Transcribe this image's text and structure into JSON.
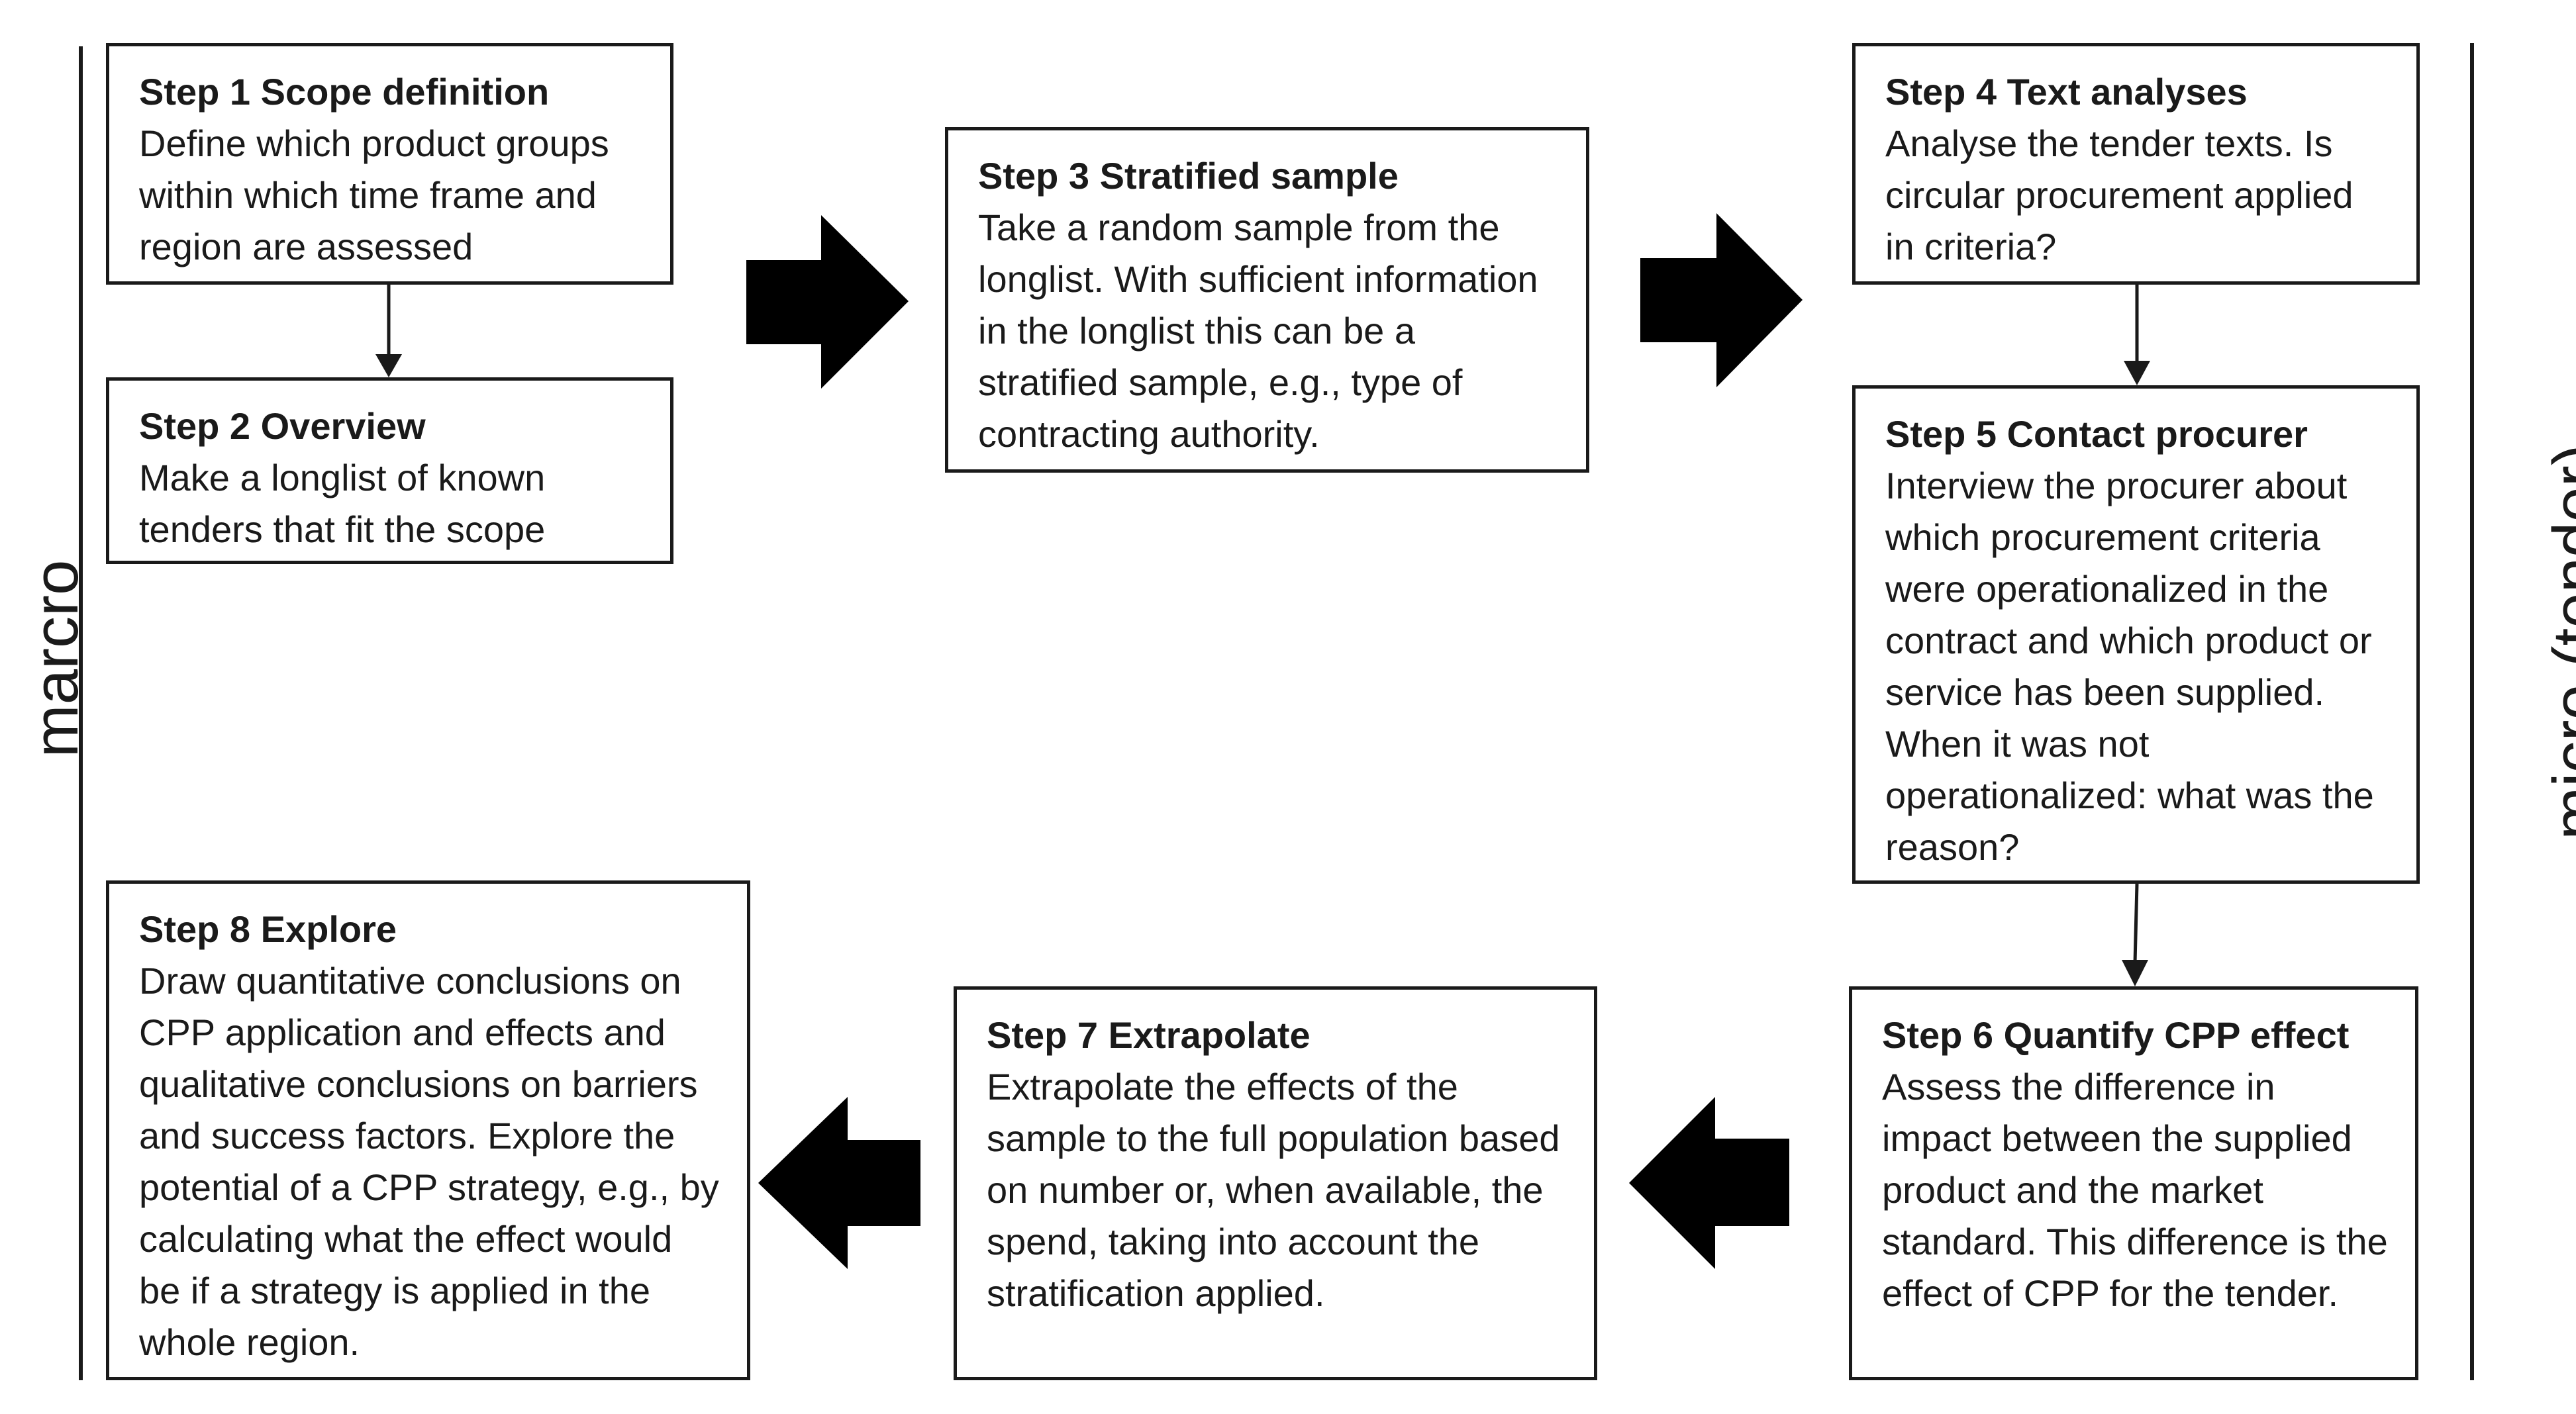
{
  "side_labels": {
    "left": "marcro",
    "right": "micro (tender)"
  },
  "steps": [
    {
      "title": "Step 1 Scope definition",
      "body": "Define which product groups within which time frame and region are assessed"
    },
    {
      "title": "Step 2 Overview",
      "body": "Make a  longlist of known tenders that fit the scope"
    },
    {
      "title": "Step 3 Stratified sample",
      "body": "Take a random sample from the longlist. With sufficient information in the longlist this can be a stratified sample, e.g., type of contracting authority."
    },
    {
      "title": "Step 4 Text analyses",
      "body": "Analyse the tender texts. Is circular procurement applied in criteria?"
    },
    {
      "title": "Step 5 Contact procurer",
      "body": "Interview the procurer about which procurement criteria were operationalized in the contract and which product or service has been supplied. When it was not operationalized: what was the reason?"
    },
    {
      "title": "Step 6 Quantify CPP effect",
      "body": "Assess the difference in impact between the supplied product and the market standard. This difference is the effect of CPP for the tender."
    },
    {
      "title": "Step 7 Extrapolate",
      "body": "Extrapolate the effects of the sample to the full population based on number or, when available, the spend, taking into account the stratification applied."
    },
    {
      "title": "Step 8 Explore",
      "body": "Draw quantitative conclusions on CPP application and effects and qualitative conclusions on barriers and success factors. Explore the potential of a CPP strategy, e.g., by calculating what the effect would be if a strategy is applied in the whole region."
    }
  ],
  "colors": {
    "stroke": "#1a1a1a",
    "background": "#ffffff"
  }
}
